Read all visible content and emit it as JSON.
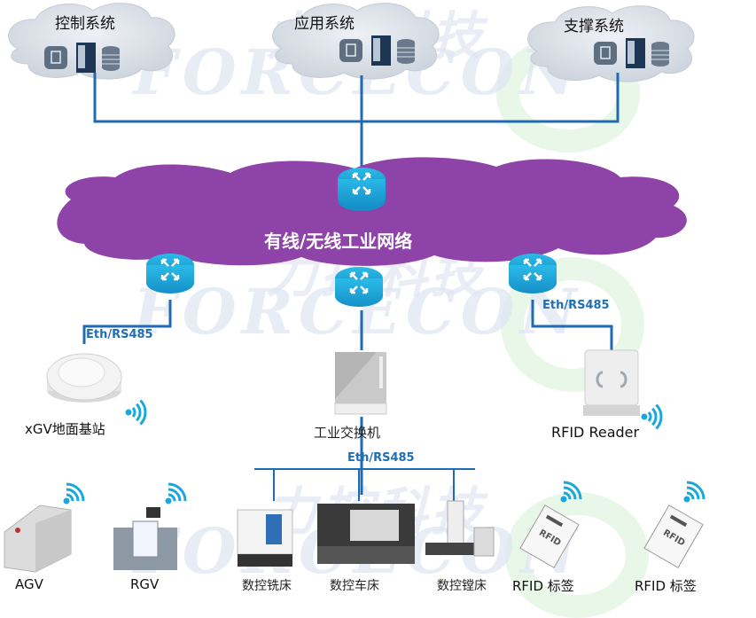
{
  "diagram": {
    "title": "有线/无线工业网络架构",
    "watermark": {
      "chinese": "力控科技",
      "english": "FORCECON"
    },
    "systems": [
      {
        "id": "control",
        "label": "控制系统"
      },
      {
        "id": "application",
        "label": "应用系统"
      },
      {
        "id": "support",
        "label": "支撑系统"
      }
    ],
    "network": {
      "label": "有线/无线工业网络"
    },
    "links": {
      "left": "Eth/RS485",
      "right": "Eth/RS485",
      "bottom": "Eth/RS485"
    },
    "mid_devices": [
      {
        "id": "xgv-base",
        "label": "xGV地面基站",
        "wireless": true
      },
      {
        "id": "industrial-switch",
        "label": "工业交换机",
        "wireless": false
      },
      {
        "id": "rfid-reader",
        "label": "RFID Reader",
        "wireless": true
      }
    ],
    "field_devices": [
      {
        "id": "agv",
        "label": "AGV",
        "wireless": true
      },
      {
        "id": "rgv",
        "label": "RGV",
        "wireless": true
      },
      {
        "id": "cnc-mill",
        "label": "数控铣床",
        "wireless": false
      },
      {
        "id": "cnc-lathe",
        "label": "数控车床",
        "wireless": false
      },
      {
        "id": "cnc-boring",
        "label": "数控镗床",
        "wireless": false
      },
      {
        "id": "rfid-tag-1",
        "label": "RFID 标签",
        "wireless": true
      },
      {
        "id": "rfid-tag-2",
        "label": "RFID 标签",
        "wireless": true
      }
    ],
    "colors": {
      "network_cloud": "#8e43a8",
      "system_cloud": "#dfe3ea",
      "router": "#1aa6d8",
      "link": "#1d6bb3",
      "wifi": "#1aa8dc"
    }
  }
}
